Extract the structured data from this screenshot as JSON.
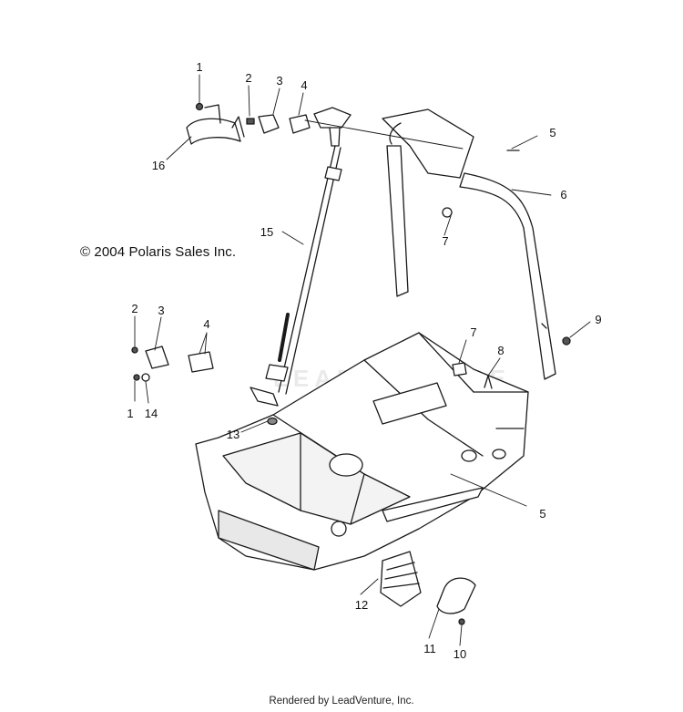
{
  "copyright": "© 2004 Polaris Sales Inc.",
  "footer": "Rendered by LeadVenture, Inc.",
  "watermark": "LEADVENTURE",
  "callouts": {
    "c1_top": "1",
    "c2_top": "2",
    "c3_top": "3",
    "c4_top": "4",
    "c5_top": "5",
    "c6": "6",
    "c7_top": "7",
    "c16": "16",
    "c15": "15",
    "c2_mid": "2",
    "c3_mid": "3",
    "c4_mid": "4",
    "c1_mid": "1",
    "c14": "14",
    "c7_mid": "7",
    "c8": "8",
    "c9": "9",
    "c13": "13",
    "c5_mid": "5",
    "c12": "12",
    "c11": "11",
    "c10": "10"
  },
  "colors": {
    "line": "#1a1a1a",
    "fill": "#ffffff",
    "shade": "#d9d9d9",
    "watermark": "#e8e8e8"
  }
}
